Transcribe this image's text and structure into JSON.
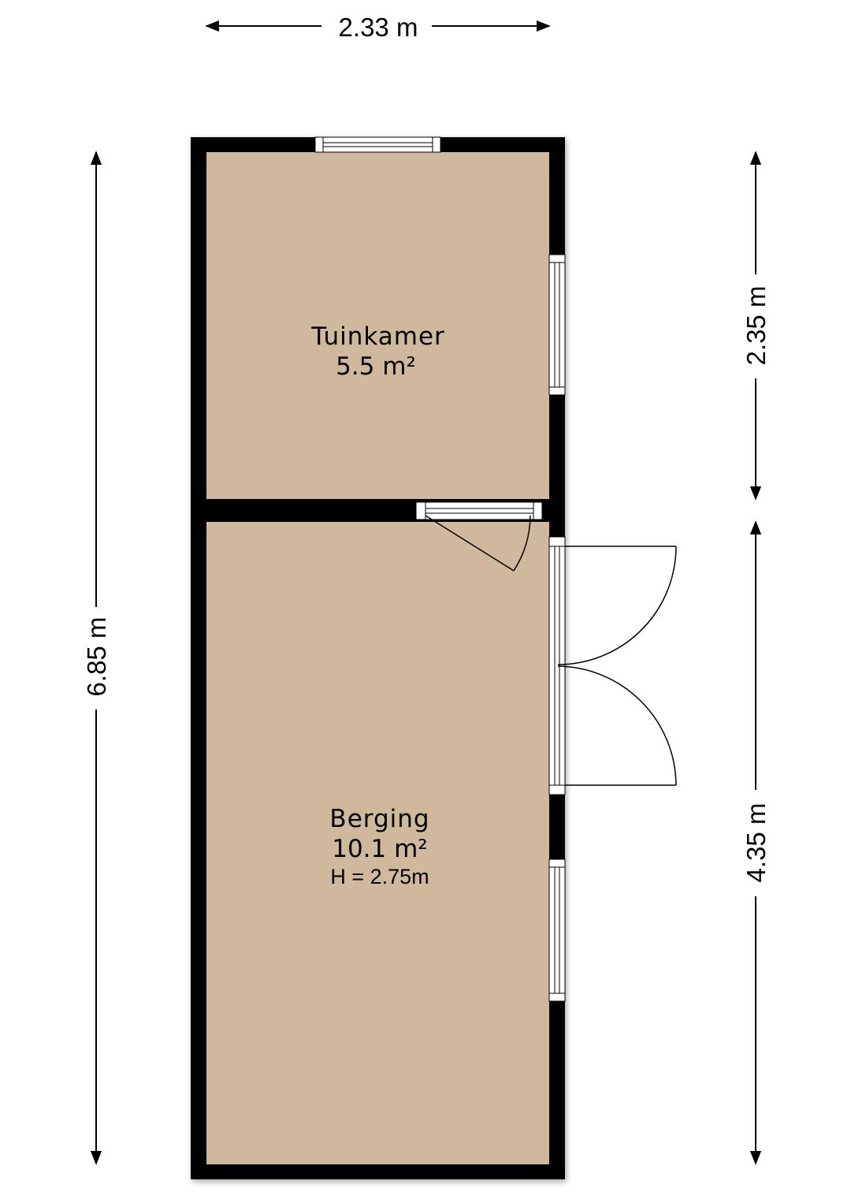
{
  "dimensions": {
    "top_width": "2.33 m",
    "left_total": "6.85 m",
    "right_upper": "2.35 m",
    "right_lower": "4.35 m"
  },
  "rooms": {
    "tuinkamer": {
      "name": "Tuinkamer",
      "area": "5.5 m²"
    },
    "berging": {
      "name": "Berging",
      "area": "10.1 m²",
      "height": "H = 2.75m"
    }
  },
  "colors": {
    "floor": "#cfb89b",
    "wall": "#000000",
    "background": "#ffffff",
    "window_fill": "#ffffff"
  }
}
